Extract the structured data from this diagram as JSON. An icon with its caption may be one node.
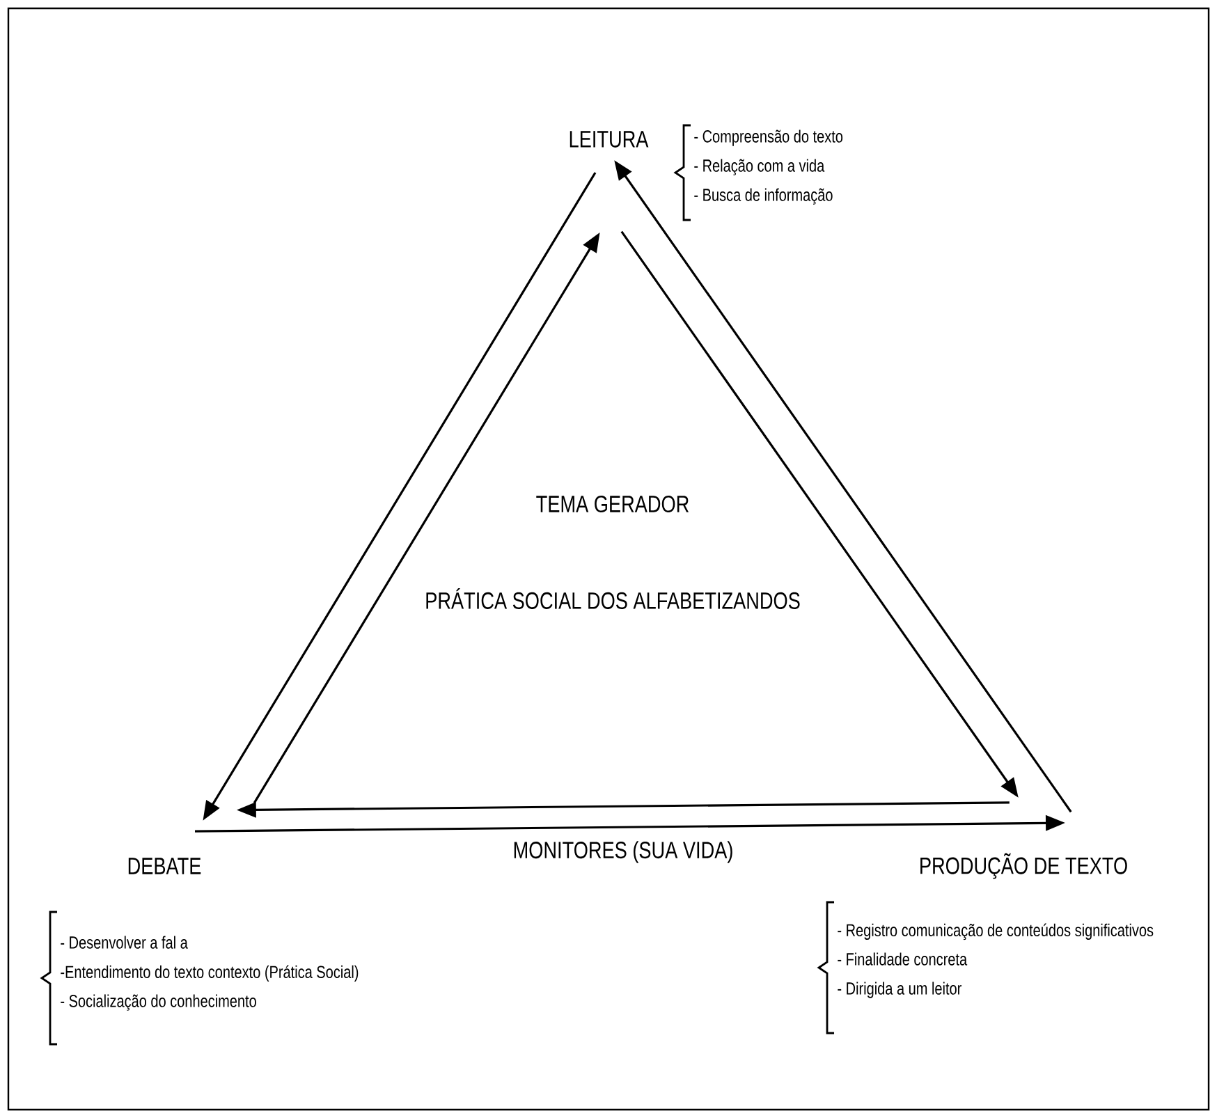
{
  "diagram": {
    "nodes": [
      {
        "text": [
          "LEITURA"
        ],
        "beside": [
          "- Compreensão do texto",
          "- Relação com  a vida",
          "- Busca de informação"
        ]
      },
      {
        "text": [
          "DEBATE"
        ],
        "beside": [
          "- Desenvolver a fal a",
          "-Entendimento do texto contexto (Prática Social)",
          "- Socialização do conhecimento"
        ]
      },
      {
        "text": [
          "PRODUÇÃO DE TEXTO"
        ],
        "beside": [
          "- Registro comunicação de conteúdos significativos",
          "- Finalidade concreta",
          "- Dirigida a um leitor"
        ]
      }
    ],
    "edges": [
      {
        "from": 0,
        "to": 1,
        "arrow": "to"
      },
      {
        "from": 1,
        "to": 0,
        "arrow": "to"
      },
      {
        "from": 2,
        "to": 0,
        "arrow": "to"
      },
      {
        "from": 0,
        "to": 2,
        "arrow": "to"
      },
      {
        "from": 2,
        "to": 1,
        "arrow": "to"
      },
      {
        "from": 1,
        "to": 2,
        "arrow": "to",
        "label": "MONITORES (SUA VIDA)"
      }
    ],
    "labels": [
      "TEMA GERADOR",
      "PRÁTICA SOCIAL DOS ALFABETIZANDOS"
    ]
  }
}
